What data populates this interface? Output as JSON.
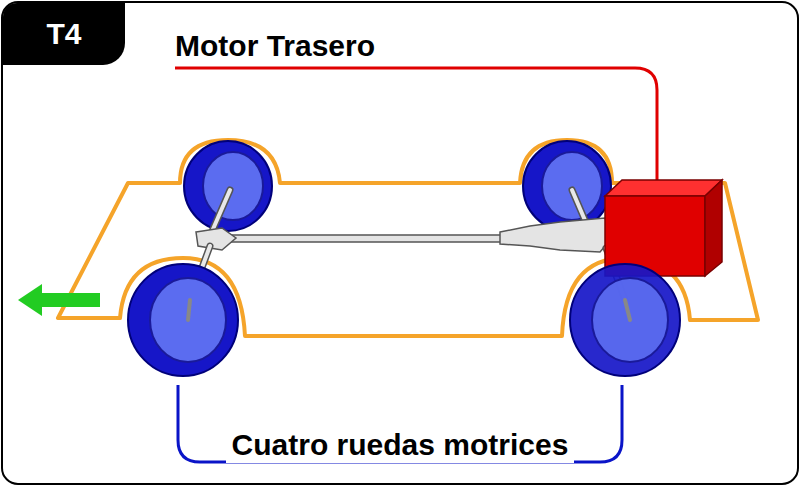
{
  "diagram": {
    "nodes": [
      {
        "text": [
          "T4"
        ]
      }
    ],
    "labels": [
      "Motor Trasero",
      "Cuatro ruedas motrices"
    ]
  }
}
